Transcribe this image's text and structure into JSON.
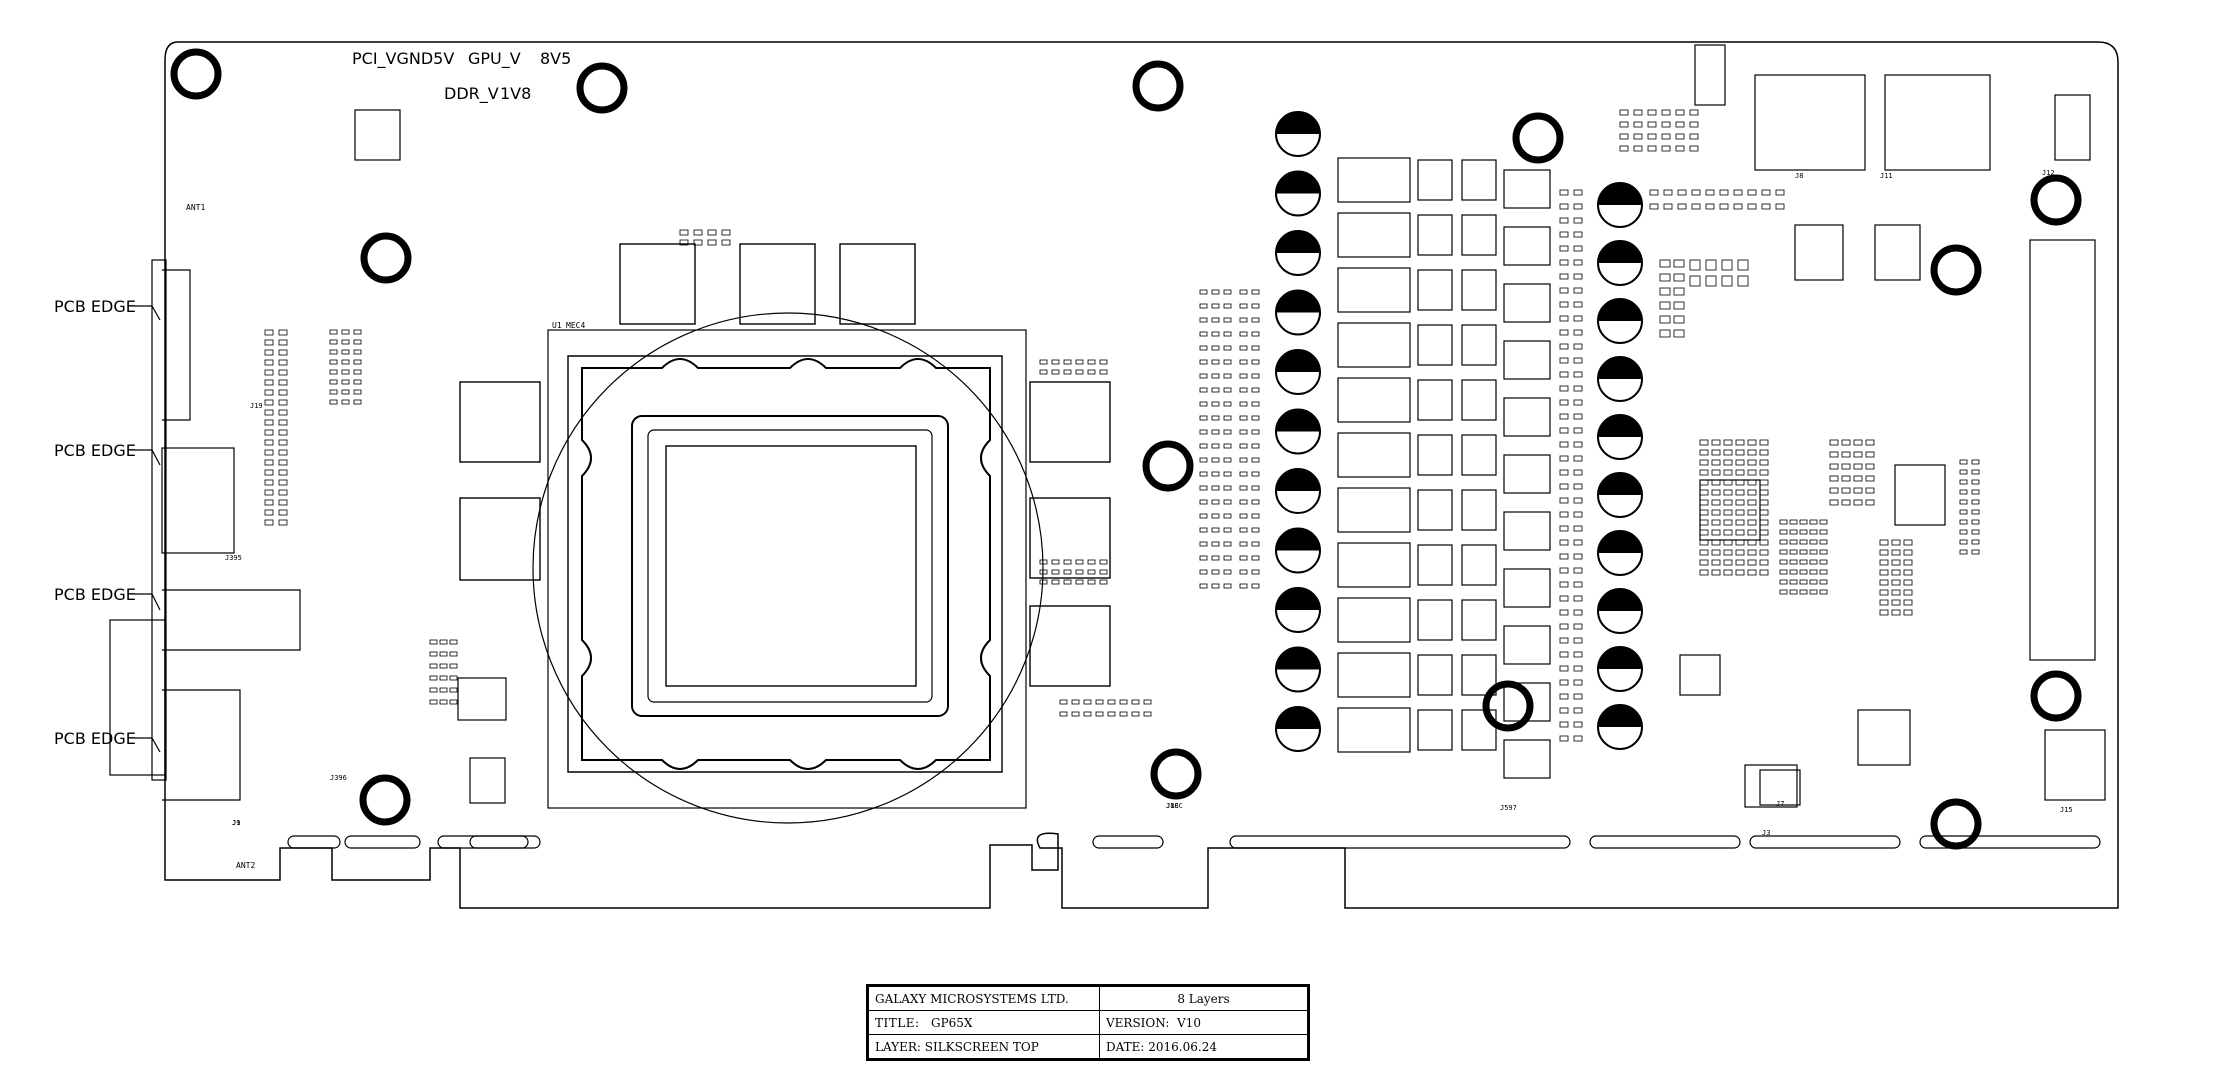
{
  "board_labels": {
    "pci_vgnd5v": "PCI_VGND5V",
    "gpu_v": "GPU_V",
    "v8v5": "8V5",
    "ddr_v": "DDR_V",
    "v1v8": "1V8",
    "gpu_ref": "U1",
    "gpu_part": "MEC4",
    "ant1": "ANT1",
    "ant2": "ANT2",
    "conn_labels": [
      "J1",
      "J1CC",
      "J3",
      "J7",
      "J8",
      "J11",
      "J12",
      "J15",
      "J19",
      "J395",
      "J396",
      "J597",
      "J9",
      "J88"
    ]
  },
  "pcb_edge_labels": [
    "PCB EDGE",
    "PCB EDGE",
    "PCB EDGE",
    "PCB EDGE"
  ],
  "title_block": {
    "company": "GALAXY MICROSYSTEMS LTD.",
    "layers": "8 Layers",
    "title_label": "TITLE:",
    "title_value": "GP65X",
    "version_label": "VERSION:",
    "version_value": "V10",
    "layer_label": "LAYER:",
    "layer_value": "SILKSCREEN TOP",
    "date_label": "DATE:",
    "date_value": "2016.06.24"
  },
  "colors": {
    "ink": "#000000",
    "paper": "#ffffff"
  }
}
